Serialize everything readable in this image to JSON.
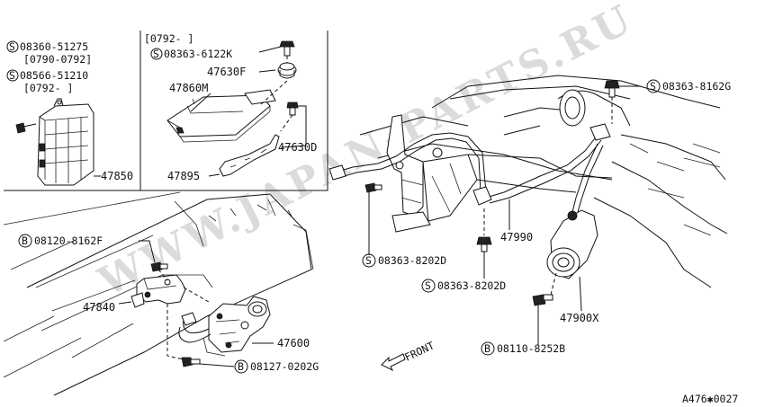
{
  "watermark": "WWW.JAPAN-PARTS.RU",
  "drawing_code": "A476✱0027",
  "front_label": "FRONT",
  "inset": {
    "codes": [
      {
        "prefix": "S",
        "number": "08360-51275"
      },
      {
        "note": "[0790-0792]"
      },
      {
        "prefix": "S",
        "number": "08566-51210"
      },
      {
        "note": "[0792-      ]"
      }
    ],
    "part_47850": "47850",
    "note_right": "[0792-      ]",
    "bolt_right": {
      "prefix": "S",
      "number": "08363-6122K"
    },
    "part_47630F": "47630F",
    "part_47860M": "47860M",
    "part_47630D": "47630D",
    "part_47895": "47895"
  },
  "main": {
    "bolt_top_right": {
      "prefix": "S",
      "number": "08363-8162G"
    },
    "bolt_left_top": {
      "prefix": "B",
      "number": "08120-8162F"
    },
    "part_47840": "47840",
    "part_47600": "47600",
    "bolt_left_bottom": {
      "prefix": "B",
      "number": "08127-0202G"
    },
    "bolt_center_1": {
      "prefix": "S",
      "number": "08363-8202D"
    },
    "bolt_center_2": {
      "prefix": "S",
      "number": "08363-8202D"
    },
    "part_47990": "47990",
    "part_47900X": "47900X",
    "bolt_bottom": {
      "prefix": "B",
      "number": "08110-8252B"
    }
  }
}
